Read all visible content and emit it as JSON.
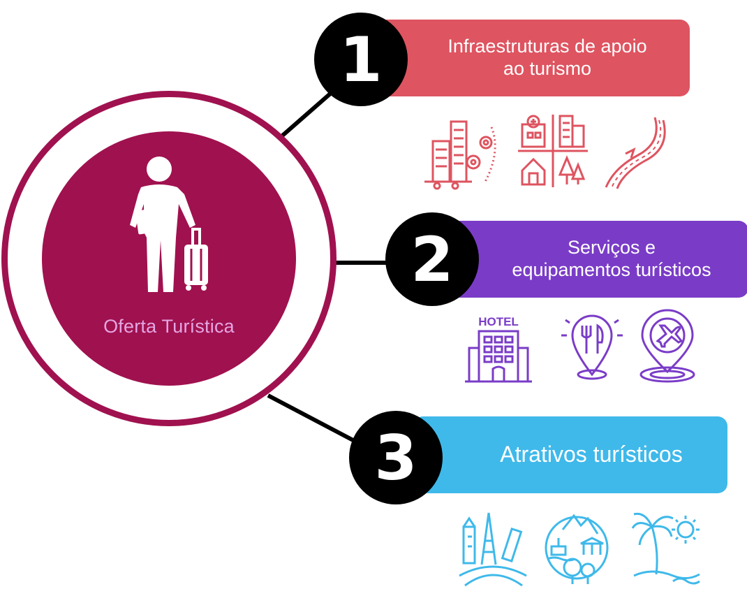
{
  "hub": {
    "label": "Oferta Turística",
    "icon": "traveler-with-luggage-icon",
    "color": "#a0114f",
    "label_color": "#e4a6e2"
  },
  "items": [
    {
      "number": "1",
      "title_lines": [
        "Infraestruturas de apoio",
        "ao turismo"
      ],
      "color": "#de5460",
      "icons": [
        "city-gears-icon",
        "hospital-buildings-house-park-icon",
        "road-icon"
      ]
    },
    {
      "number": "2",
      "title_lines": [
        "Serviços e",
        "equipamentos turísticos"
      ],
      "color": "#7a3cc7",
      "icons": [
        "hotel-icon",
        "restaurant-location-icon",
        "airport-location-icon"
      ],
      "hotel_sign": "HOTEL"
    },
    {
      "number": "3",
      "title_lines": [
        "Atrativos turísticos"
      ],
      "color": "#3fb9ea",
      "icons": [
        "world-landmarks-icon",
        "nature-culture-globe-icon",
        "beach-palm-sun-icon"
      ]
    }
  ]
}
